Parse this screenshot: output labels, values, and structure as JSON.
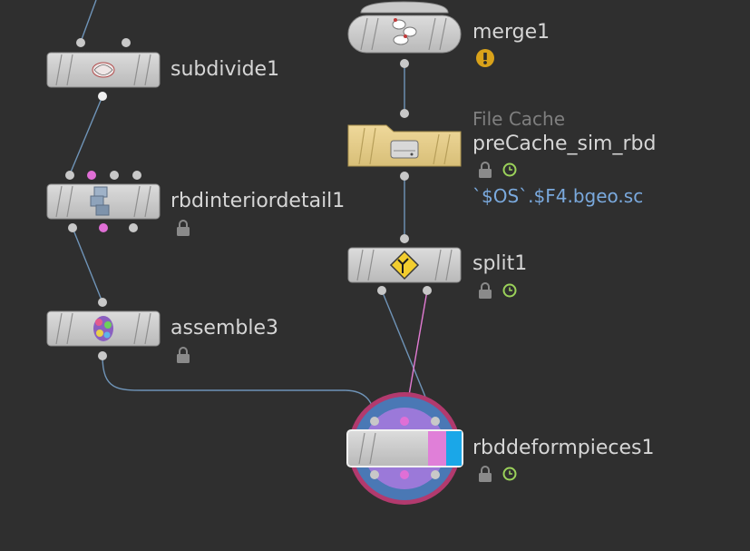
{
  "colors": {
    "background": "#2f2f2f",
    "node_fill": "#c9c9c9",
    "node_fill_hilite": "#dcdcdc",
    "folder_fill": "#e6cf8e",
    "wire_default": "#6f94b8",
    "wire_pink": "#e27bd3",
    "port_gray": "#c8c8c8",
    "port_pink": "#e06fd6",
    "flag_pink": "#e07fd8",
    "flag_blue": "#1aa7e8",
    "warning": "#d9a21a",
    "clock": "#9bd25a",
    "lock": "#8a8a8a",
    "ring_outer": "#b23a6e",
    "ring_mid": "#4a78b5",
    "ring_inner": "#9b79d9"
  },
  "nodes": {
    "subdivide1": {
      "name": "subdivide1",
      "icon": "subdivide-icon"
    },
    "rbdinteriordetail1": {
      "name": "rbdinteriordetail1",
      "icon": "cubes-icon"
    },
    "assemble3": {
      "name": "assemble3",
      "icon": "assemble-icon"
    },
    "merge1": {
      "name": "merge1",
      "icon": "merge-icon",
      "badge": "warning-icon"
    },
    "precache": {
      "type": "File Cache",
      "name": "preCache_sim_rbd",
      "icon": "file-cache-icon",
      "expression": "`$OS`.$F4.bgeo.sc"
    },
    "split1": {
      "name": "split1",
      "icon": "split-icon"
    },
    "rbddeformpieces1": {
      "name": "rbddeformpieces1",
      "icon": ""
    }
  }
}
